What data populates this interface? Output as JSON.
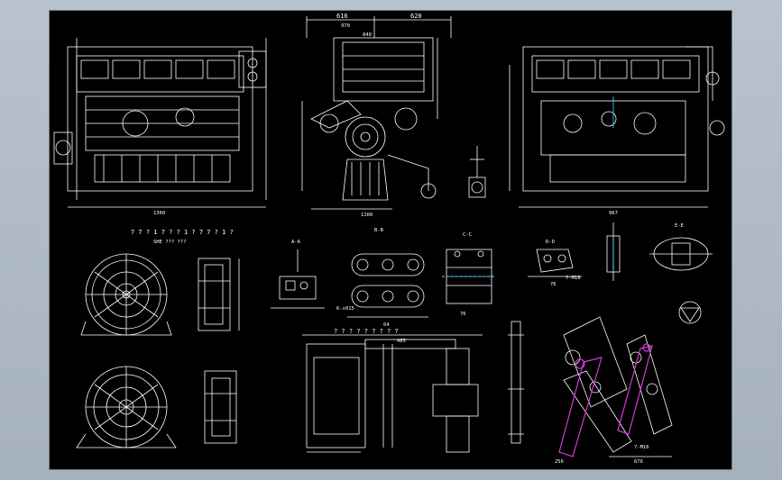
{
  "colors": {
    "background": "#a9b4c1",
    "sheet": "#000000",
    "line": "#ffffff",
    "accent_magenta": "#d23ad6",
    "accent_cyan": "#3fd9ff"
  },
  "labels": {
    "top_dim_left": "616",
    "top_dim_right": "620",
    "dim_970": "970",
    "dim_840": "840",
    "dim_1360": "1360",
    "dim_1160": "1160",
    "dim_967": "967",
    "row2_note": "7 7 ? 1 7 ? ? 1 ? 7 7 ? 1 ?",
    "row2_sub": "SHE ??? ???",
    "view_a": "A-A",
    "view_b": "B-B",
    "view_c": "C-C",
    "view_d": "D-D",
    "view_e": "E-E",
    "dim_76": "76",
    "dim_64": "64",
    "note_6x015": "6-x015",
    "dim_76_2": "76",
    "bottom_note": "? ? ? ? ? ? ? ? ?",
    "dim_485": "485",
    "dim_256": "256",
    "dim_676": "676",
    "note_7m16": "7-M16",
    "note_7m16b": "7-M16"
  }
}
